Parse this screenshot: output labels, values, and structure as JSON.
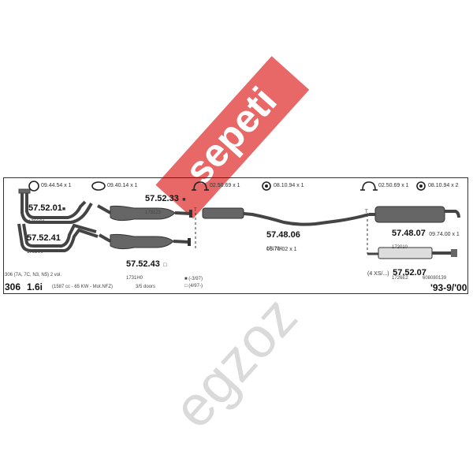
{
  "watermark": {
    "text_a": "egzoz",
    "text_b": "sepeti",
    "color_red": "#e03a3a",
    "color_gray": "#c8c8c8"
  },
  "accessories": [
    {
      "id": "a1",
      "code": "09.44.54 x 1",
      "icon": "gasket-ring-icon"
    },
    {
      "id": "a2",
      "code": "09.40.14 x 1",
      "icon": "gasket-oval-icon"
    },
    {
      "id": "a3",
      "code": "02.50.69 x 1",
      "icon": "clamp-icon"
    },
    {
      "id": "a4",
      "code": "08.10.94 x 1",
      "icon": "bracket-icon"
    },
    {
      "id": "a5",
      "code": "02.50.69 x 1",
      "icon": "clamp-icon"
    },
    {
      "id": "a6",
      "code": "08.10.94 x 2",
      "icon": "bracket-icon"
    }
  ],
  "parts": {
    "p1": {
      "number": "57.52.01",
      "marker": "■",
      "ref": "1766C1"
    },
    "p2": {
      "number": "57.52.41",
      "marker": "",
      "ref": "1705V0"
    },
    "p3": {
      "number": "57.52.33",
      "marker": "■",
      "ref": "173123"
    },
    "p4": {
      "number": "57.52.43",
      "marker": "□",
      "ref": "1731H0"
    },
    "p5": {
      "number": "57.48.06",
      "marker": "",
      "ref": "171724",
      "extra": "09.76.02 x 1"
    },
    "p6": {
      "number": "57.48.07",
      "marker": "",
      "ref": "172010",
      "extra": "09.74.00 x 1"
    },
    "p7": {
      "number": "57.52.07",
      "marker": "",
      "ref": "1726E2",
      "prefix": "(4 XS/...)"
    }
  },
  "vehicle": {
    "variants": "306 (7A, 7C, N3, N5) 2 vol.",
    "model": "306",
    "engine": "1.6i",
    "spec": "(1587 cc - 65 KW - Mot.NFZ)",
    "doors": "3/5 doors",
    "legend_filled": "■ (-3/97)",
    "legend_open": "□ (4/97-)",
    "code": "608080139",
    "years": "'93-9/'00"
  }
}
